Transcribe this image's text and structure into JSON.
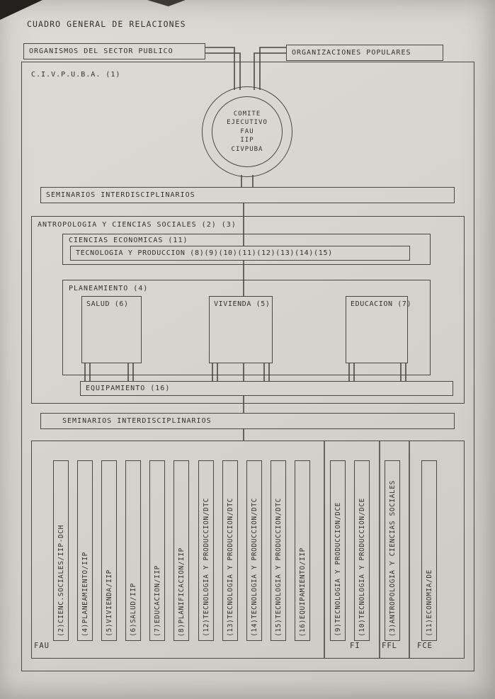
{
  "page": {
    "title": "CUADRO GENERAL DE RELACIONES"
  },
  "top_boxes": {
    "public_sector": "ORGANISMOS DEL SECTOR PUBLICO",
    "popular_orgs": "ORGANIZACIONES POPULARES"
  },
  "main_frame": {
    "label": "C.I.V.P.U.B.A. (1)"
  },
  "committee": {
    "lines": [
      "COMITE",
      "EJECUTIVO",
      "FAU",
      "IIP",
      "CIVPUBA"
    ]
  },
  "bars": {
    "seminars_top": "SEMINARIOS INTERDISCIPLINARIOS",
    "seminars_bottom": "SEMINARIOS INTERDISCIPLINARIOS"
  },
  "sections": {
    "antropologia": "ANTROPOLOGIA Y CIENCIAS SOCIALES (2) (3)",
    "ciencias_economicas": "CIENCIAS ECONOMICAS (11)",
    "tecnologia": "TECNOLOGIA Y PRODUCCION (8)(9)(10)(11)(12)(13)(14)(15)",
    "planeamiento": "PLANEAMIENTO (4)",
    "salud": "SALUD (6)",
    "vivienda": "VIVIENDA (5)",
    "educacion": "EDUCACION (7)",
    "equipamiento": "EQUIPAMIENTO (16)"
  },
  "faculties": {
    "groups": [
      {
        "label": "FAU",
        "columns": [
          "(2)CIENC.SOCIALES/IIP-DCH",
          "(4)PLANEAMIENTO/IIP",
          "(5)VIVIENDA/IIP",
          "(6)SALUD/IIP",
          "(7)EDUCACION/IIP",
          "(8)PLANIFICACION/IIP",
          "(12)TECNOLOGIA Y PRODUCCION/DTC",
          "(13)TECNOLOGIA Y PRODUCCION/DTC",
          "(14)TECNOLOGIA Y PRODUCCION/DTC",
          "(15)TECNOLOGIA Y PRODUCCION/DTC",
          "(16)EQUIPAMIENTO/IIP"
        ]
      },
      {
        "label": "FI",
        "columns": [
          "(9)TECNOLOGIA Y PRODUCCION/DCE",
          "(10)TECNOLOGIA Y PRODUCCION/DCE"
        ]
      },
      {
        "label": "FFL",
        "columns": [
          "(3)ANTROPOLOGIA Y CIENCIAS SOCIALES"
        ]
      },
      {
        "label": "FCE",
        "columns": [
          "(11)ECONOMIA/DE"
        ]
      }
    ]
  },
  "colors": {
    "paper": "#d7d4cf",
    "ink": "#34312d",
    "line": "#4b4844"
  }
}
